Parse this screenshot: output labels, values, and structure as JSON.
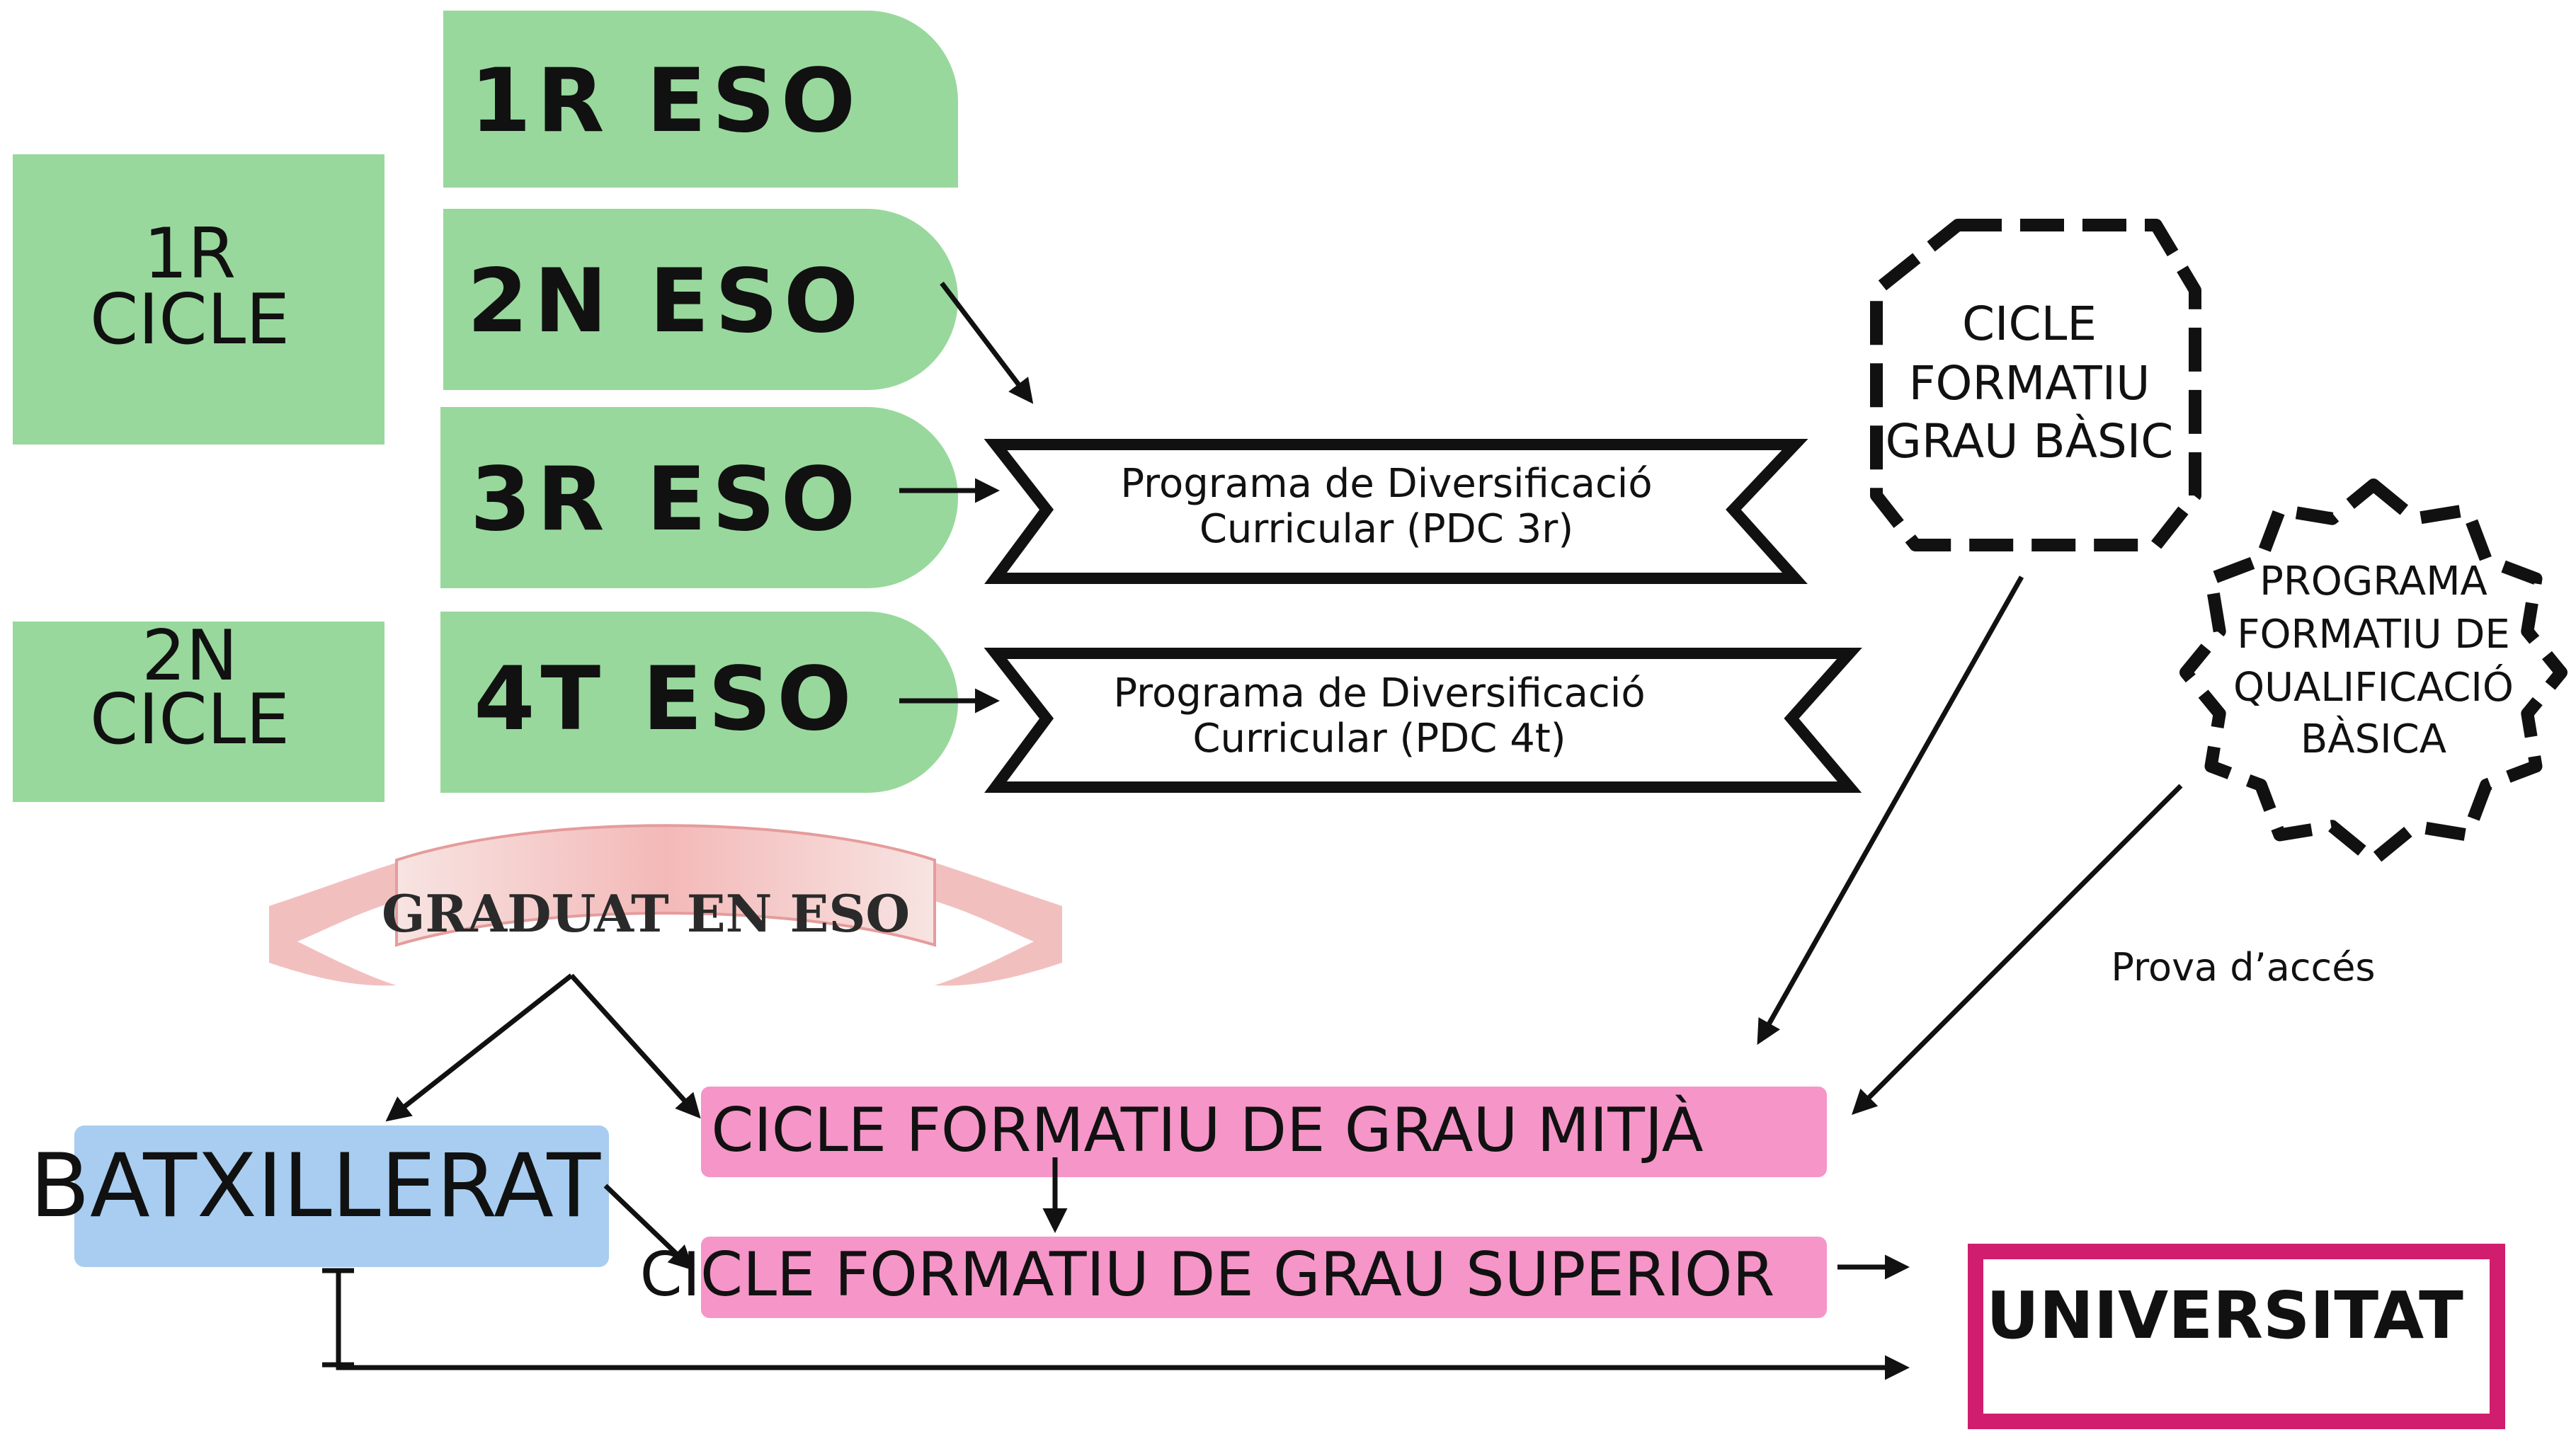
{
  "eso": {
    "first": "1R ESO",
    "second": "2N ESO",
    "third": "3R ESO",
    "fourth": "4T ESO"
  },
  "cycles": {
    "first": {
      "line1": "1R",
      "line2": "CICLE"
    },
    "second": {
      "line1": "2N",
      "line2": "CICLE"
    }
  },
  "pdc": {
    "third": {
      "line1": "Programa de Diversificació",
      "line2": "Curricular (PDC 3r)"
    },
    "fourth": {
      "line1": "Programa de Diversificació",
      "line2": "Curricular (PDC 4t)"
    }
  },
  "grau_basic": {
    "line1": "CICLE",
    "line2": "FORMATIU",
    "line3": "GRAU BÀSIC"
  },
  "pfqb": {
    "line1": "PROGRAMA",
    "line2": "FORMATIU DE",
    "line3": "QUALIFICACIÓ",
    "line4": "BÀSICA"
  },
  "graduat": "GRADUAT EN ESO",
  "prova": "Prova d’accés",
  "batxillerat": "BATXILLERAT",
  "grau_mitja": "CICLE FORMATIU DE GRAU MITJÀ",
  "grau_superior": "CICLE FORMATIU DE GRAU SUPERIOR",
  "universitat": "UNIVERSITAT",
  "colors": {
    "green": "#98d89c",
    "pink": "#f595c8",
    "blue": "#a8cdf0",
    "magenta": "#d01d6e",
    "ribbon": "#f0b4b4"
  }
}
